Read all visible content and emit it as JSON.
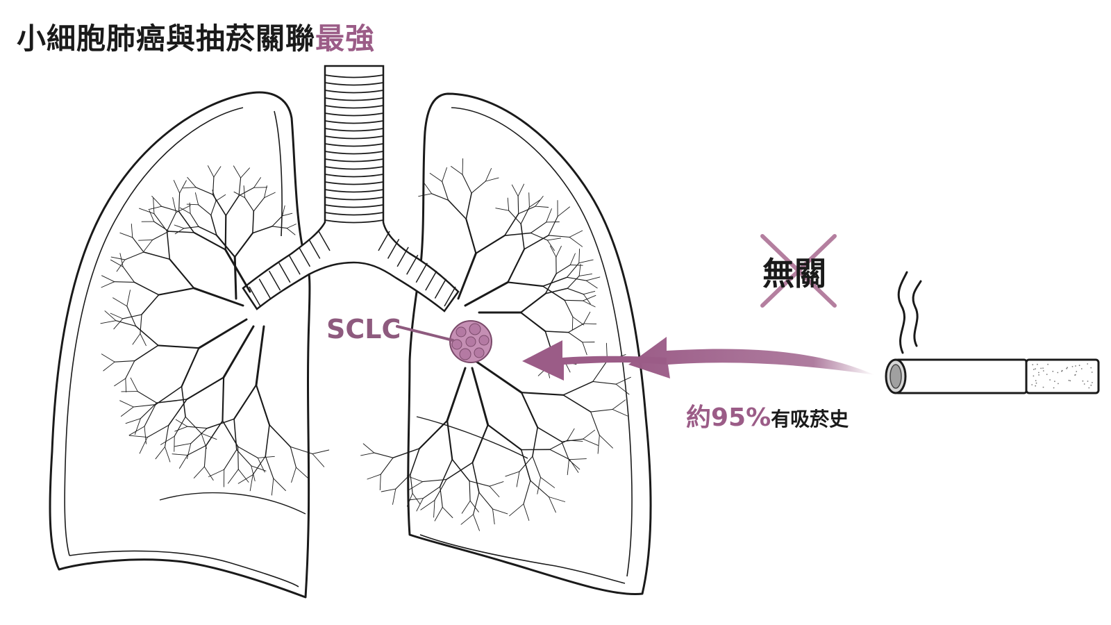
{
  "title": {
    "main": "小細胞肺癌與抽菸關聯",
    "emphasis": "最強"
  },
  "labels": {
    "tumor": "SCLC",
    "unrelated": "無關",
    "stat_value": "約95%",
    "stat_text": "有吸菸史"
  },
  "colors": {
    "accent": "#9b5c87",
    "tumor": "#c58fb4",
    "line": "#1a1a1a"
  },
  "icons": [
    "lungs-illustration",
    "trachea",
    "tumor-mass",
    "cross-mark",
    "arrow",
    "cigarette-icon",
    "smoke-icon"
  ]
}
